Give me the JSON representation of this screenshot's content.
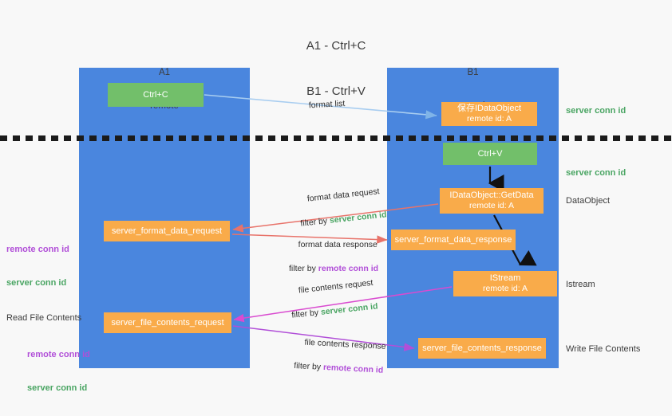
{
  "title": {
    "line1": "A1 - Ctrl+C",
    "line2": "B1 - Ctrl+V"
  },
  "columns": {
    "a1": {
      "name": "A1",
      "role": "remote"
    },
    "b1": {
      "name": "B1",
      "role": "connection"
    }
  },
  "nodes": {
    "ctrl_c": {
      "label": "Ctrl+C",
      "color": "#72bf6a"
    },
    "ctrl_v": {
      "label": "Ctrl+V",
      "color": "#72bf6a"
    },
    "dataobject": {
      "line1": "保存IDataObject",
      "line2": "remote id: A",
      "color": "#f9ab4a"
    },
    "getdata": {
      "line1": "IDataObject::GetData",
      "line2": "remote id: A",
      "color": "#f9ab4a"
    },
    "istream": {
      "line1": "IStream",
      "line2": "remote id: A",
      "color": "#f9ab4a"
    },
    "server_format_data_request": {
      "label": "server_format_data_request",
      "color": "#f9ab4a"
    },
    "server_format_data_response": {
      "label": "server_format_data_response",
      "color": "#f9ab4a"
    },
    "server_file_contents_request": {
      "label": "server_file_contents_request",
      "color": "#f9ab4a"
    },
    "server_file_contents_response": {
      "label": "server_file_contents_response",
      "color": "#f9ab4a"
    }
  },
  "edges": {
    "format_list": {
      "label": "format list",
      "color": "#a8cdf0"
    },
    "format_data_request": {
      "line1": "format data request",
      "filter_prefix": "filter by ",
      "filter_id": "server conn id",
      "color": "#e8736a"
    },
    "format_data_response": {
      "line1": "format data response",
      "filter_prefix": "filter by ",
      "filter_id": "remote conn id",
      "color": "#e8736a"
    },
    "file_contents_request": {
      "line1": "file contents request",
      "filter_prefix": "filter by ",
      "filter_id": "server conn id",
      "color": "#d94bd0"
    },
    "file_contents_response": {
      "line1": "file contents response",
      "filter_prefix": "filter by ",
      "filter_id": "remote conn id",
      "color": "#b14fd8"
    }
  },
  "side_labels": {
    "server_conn_id_top": "server conn id",
    "server_conn_id_mid": "server conn id",
    "dataobject": "DataObject",
    "istream": "Istream",
    "write_file_contents": "Write File Contents",
    "read_file_contents": "Read File Contents",
    "remote_conn_id": "remote conn id",
    "server_conn_id": "server conn id"
  },
  "colors": {
    "lane": "#4a86de",
    "green_node": "#72bf6a",
    "orange_node": "#f9ab4a",
    "conn_green": "#4aa563",
    "conn_purple": "#b14fd8",
    "background": "#f8f8f8",
    "divider": "#1b1b1b"
  }
}
